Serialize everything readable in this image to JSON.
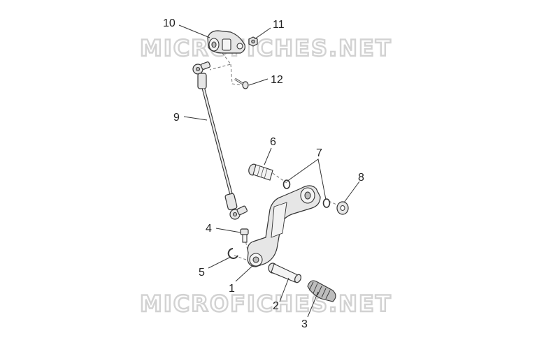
{
  "watermarks": [
    "MICROFICHES.NET",
    "MICROFICHES.NET"
  ],
  "callouts": [
    {
      "id": "1",
      "label": "1"
    },
    {
      "id": "2",
      "label": "2"
    },
    {
      "id": "3",
      "label": "3"
    },
    {
      "id": "4",
      "label": "4"
    },
    {
      "id": "5",
      "label": "5"
    },
    {
      "id": "6",
      "label": "6"
    },
    {
      "id": "7",
      "label": "7"
    },
    {
      "id": "8",
      "label": "8"
    },
    {
      "id": "9",
      "label": "9"
    },
    {
      "id": "10",
      "label": "10"
    },
    {
      "id": "11",
      "label": "11"
    },
    {
      "id": "12",
      "label": "12"
    }
  ]
}
